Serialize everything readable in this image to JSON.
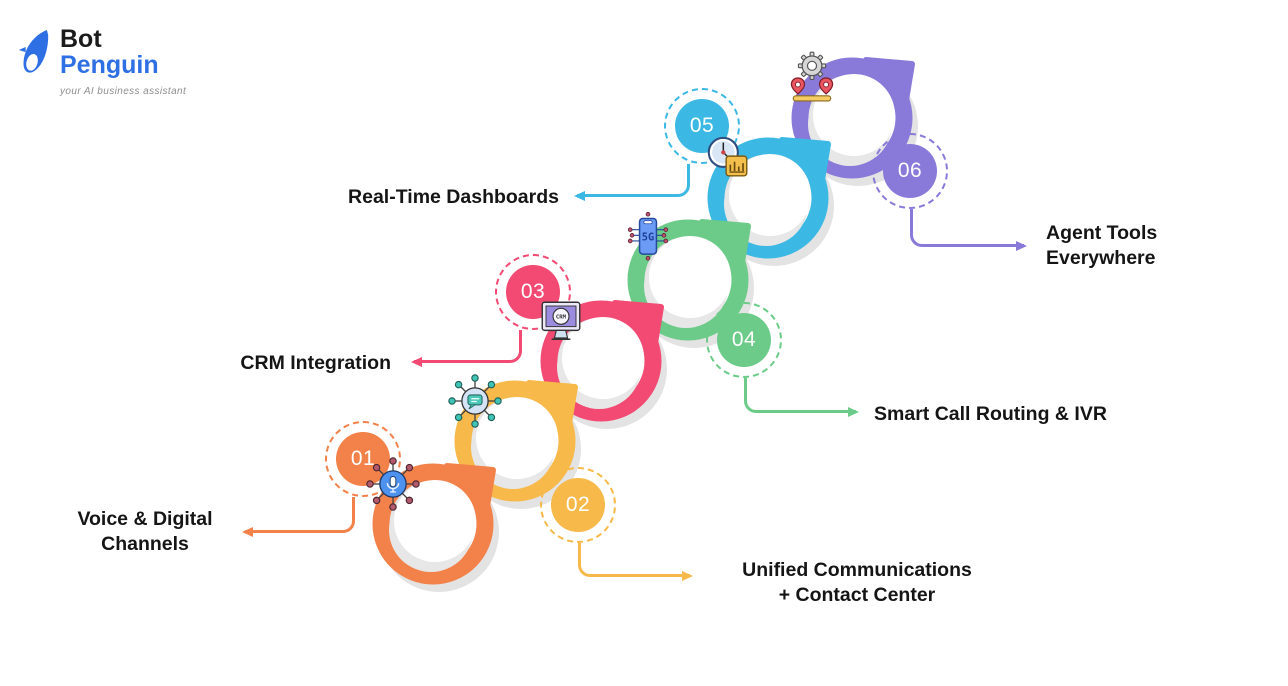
{
  "logo": {
    "bot": "Bot",
    "penguin": "Penguin",
    "tagline": "your AI business assistant",
    "brand_blue": "#2e6fe4"
  },
  "steps": [
    {
      "number": "01",
      "label": "Voice & Digital Channels",
      "label_lines": [
        "Voice & Digital",
        "Channels"
      ],
      "color": "#F2814A",
      "icon": "microphone-network-icon"
    },
    {
      "number": "02",
      "label": "Unified Communications + Contact Center",
      "label_lines": [
        "Unified Communications",
        "+ Contact Center"
      ],
      "color": "#F7B94A",
      "icon": "chat-network-icon"
    },
    {
      "number": "03",
      "label": "CRM Integration",
      "label_lines": [
        "CRM Integration"
      ],
      "color": "#F24A72",
      "icon": "crm-monitor-icon",
      "icon_text": "CRM"
    },
    {
      "number": "04",
      "label": "Smart Call Routing & IVR",
      "label_lines": [
        "Smart Call Routing & IVR"
      ],
      "color": "#6CCB88",
      "icon": "5g-phone-icon",
      "icon_text": "5G"
    },
    {
      "number": "05",
      "label": "Real-Time Dashboards",
      "label_lines": [
        "Real-Time Dashboards"
      ],
      "color": "#3BB8E4",
      "icon": "clock-chart-icon"
    },
    {
      "number": "06",
      "label": "Agent Tools Everywhere",
      "label_lines": [
        "Agent Tools",
        "Everywhere"
      ],
      "color": "#8979D9",
      "icon": "gear-pins-icon"
    }
  ]
}
